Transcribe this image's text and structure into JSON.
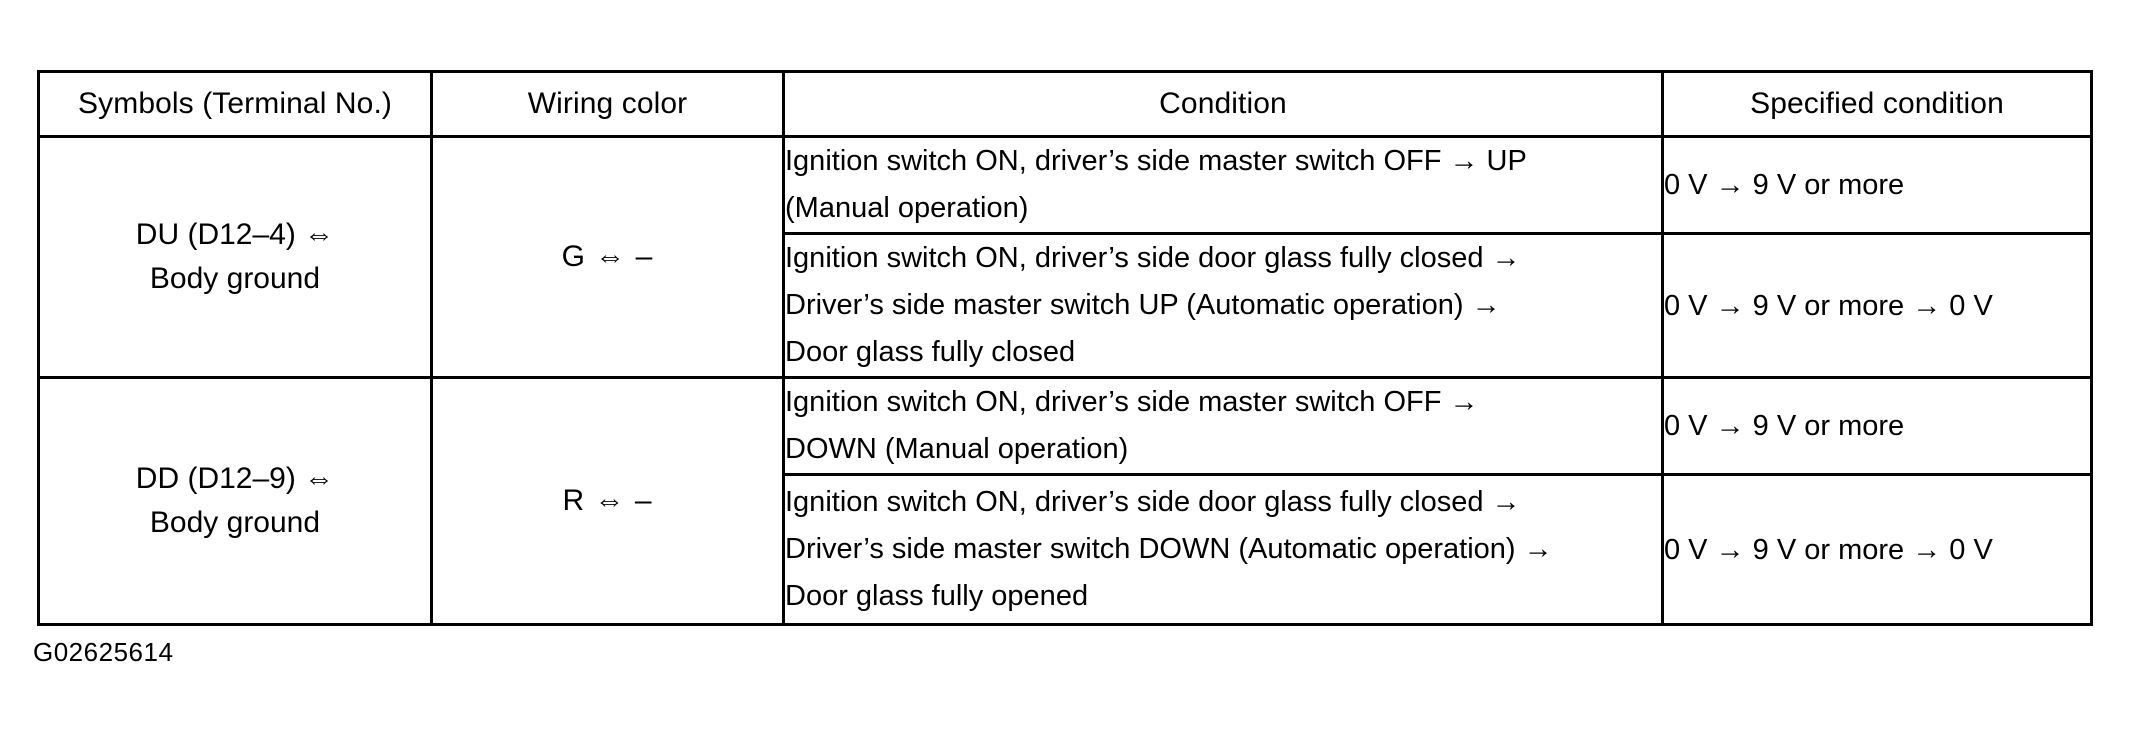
{
  "document": {
    "figure_code": "G02625614"
  },
  "table": {
    "headers": [
      "Symbols (Terminal No.)",
      "Wiring color",
      "Condition",
      "Specified condition"
    ],
    "groups": [
      {
        "symbol_lines": [
          "DU (D12–4) ⇔",
          "Body ground"
        ],
        "wiring_color": "G ⇔ –",
        "rows": [
          {
            "condition_lines": [
              "Ignition switch ON, driver’s side master switch OFF → UP",
              "(Manual operation)"
            ],
            "specified_condition": "0 V → 9 V or more"
          },
          {
            "condition_lines": [
              "Ignition switch ON, driver’s side door glass fully closed →",
              "Driver’s side master switch UP (Automatic operation) →",
              "Door glass fully closed"
            ],
            "specified_condition": "0 V → 9 V or more → 0 V"
          }
        ]
      },
      {
        "symbol_lines": [
          "DD (D12–9) ⇔",
          "Body ground"
        ],
        "wiring_color": "R ⇔ –",
        "rows": [
          {
            "condition_lines": [
              "Ignition switch ON, driver’s side master switch OFF →",
              "DOWN (Manual operation)"
            ],
            "specified_condition": "0 V → 9 V or more"
          },
          {
            "condition_lines": [
              "Ignition switch ON, driver’s side door glass fully closed →",
              "Driver’s side master switch DOWN (Automatic operation) →",
              "Door glass fully opened"
            ],
            "specified_condition": "0 V → 9 V or more → 0 V"
          }
        ]
      }
    ]
  }
}
